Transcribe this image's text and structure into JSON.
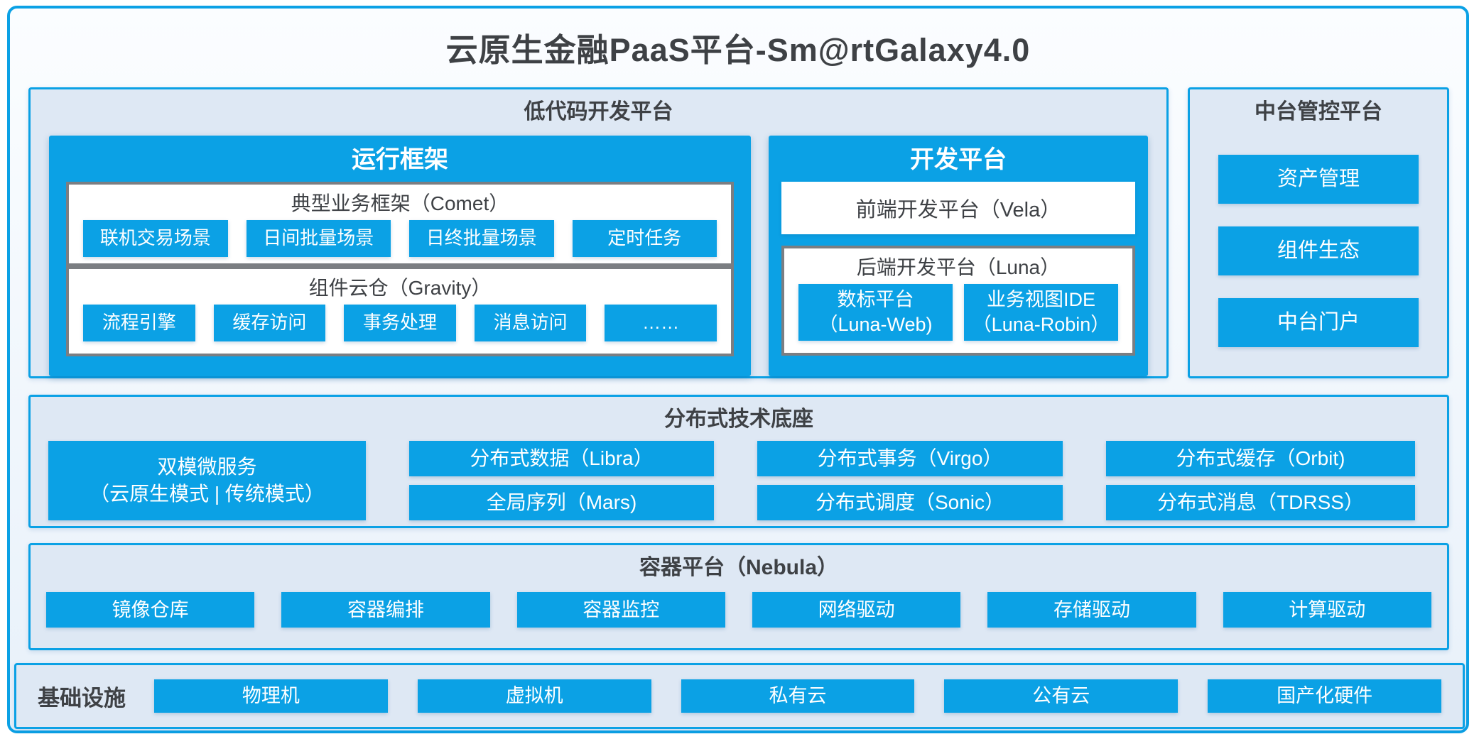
{
  "title": "云原生金融PaaS平台-Sm@rtGalaxy4.0",
  "colors": {
    "primary": "#0BA1E5",
    "panel_bg": "#DEE8F4",
    "frame_top": "#FBFDFF",
    "frame_bottom": "#E8F1FA",
    "dark_text": "#3E4145",
    "gray_border": "#7B7E82",
    "button_text": "#FFFFFF"
  },
  "low_code": {
    "title": "低代码开发平台",
    "runtime": {
      "title": "运行框架",
      "groups": [
        {
          "title": "典型业务框架（Comet）",
          "items": [
            "联机交易场景",
            "日间批量场景",
            "日终批量场景",
            "定时任务"
          ]
        },
        {
          "title": "组件云仓（Gravity）",
          "items": [
            "流程引擎",
            "缓存访问",
            "事务处理",
            "消息访问",
            "……"
          ]
        }
      ]
    },
    "dev": {
      "title": "开发平台",
      "vela": "前端开发平台（Vela）",
      "luna": {
        "title": "后端开发平台（Luna）",
        "items": [
          {
            "line1": "数标平台",
            "line2": "（Luna-Web)"
          },
          {
            "line1": "业务视图IDE",
            "line2": "（Luna-Robin）"
          }
        ]
      }
    }
  },
  "midplatform": {
    "title": "中台管控平台",
    "items": [
      "资产管理",
      "组件生态",
      "中台门户"
    ]
  },
  "distributed": {
    "title": "分布式技术底座",
    "dual": {
      "line1": "双模微服务",
      "line2": "（云原生模式 | 传统模式）"
    },
    "columns": [
      [
        "分布式数据（Libra）",
        "全局序列（Mars)"
      ],
      [
        "分布式事务（Virgo）",
        "分布式调度（Sonic）"
      ],
      [
        "分布式缓存（Orbit)",
        "分布式消息（TDRSS）"
      ]
    ]
  },
  "container": {
    "title": "容器平台（Nebula）",
    "items": [
      "镜像仓库",
      "容器编排",
      "容器监控",
      "网络驱动",
      "存储驱动",
      "计算驱动"
    ]
  },
  "infra": {
    "title": "基础设施",
    "items": [
      "物理机",
      "虚拟机",
      "私有云",
      "公有云",
      "国产化硬件"
    ]
  }
}
